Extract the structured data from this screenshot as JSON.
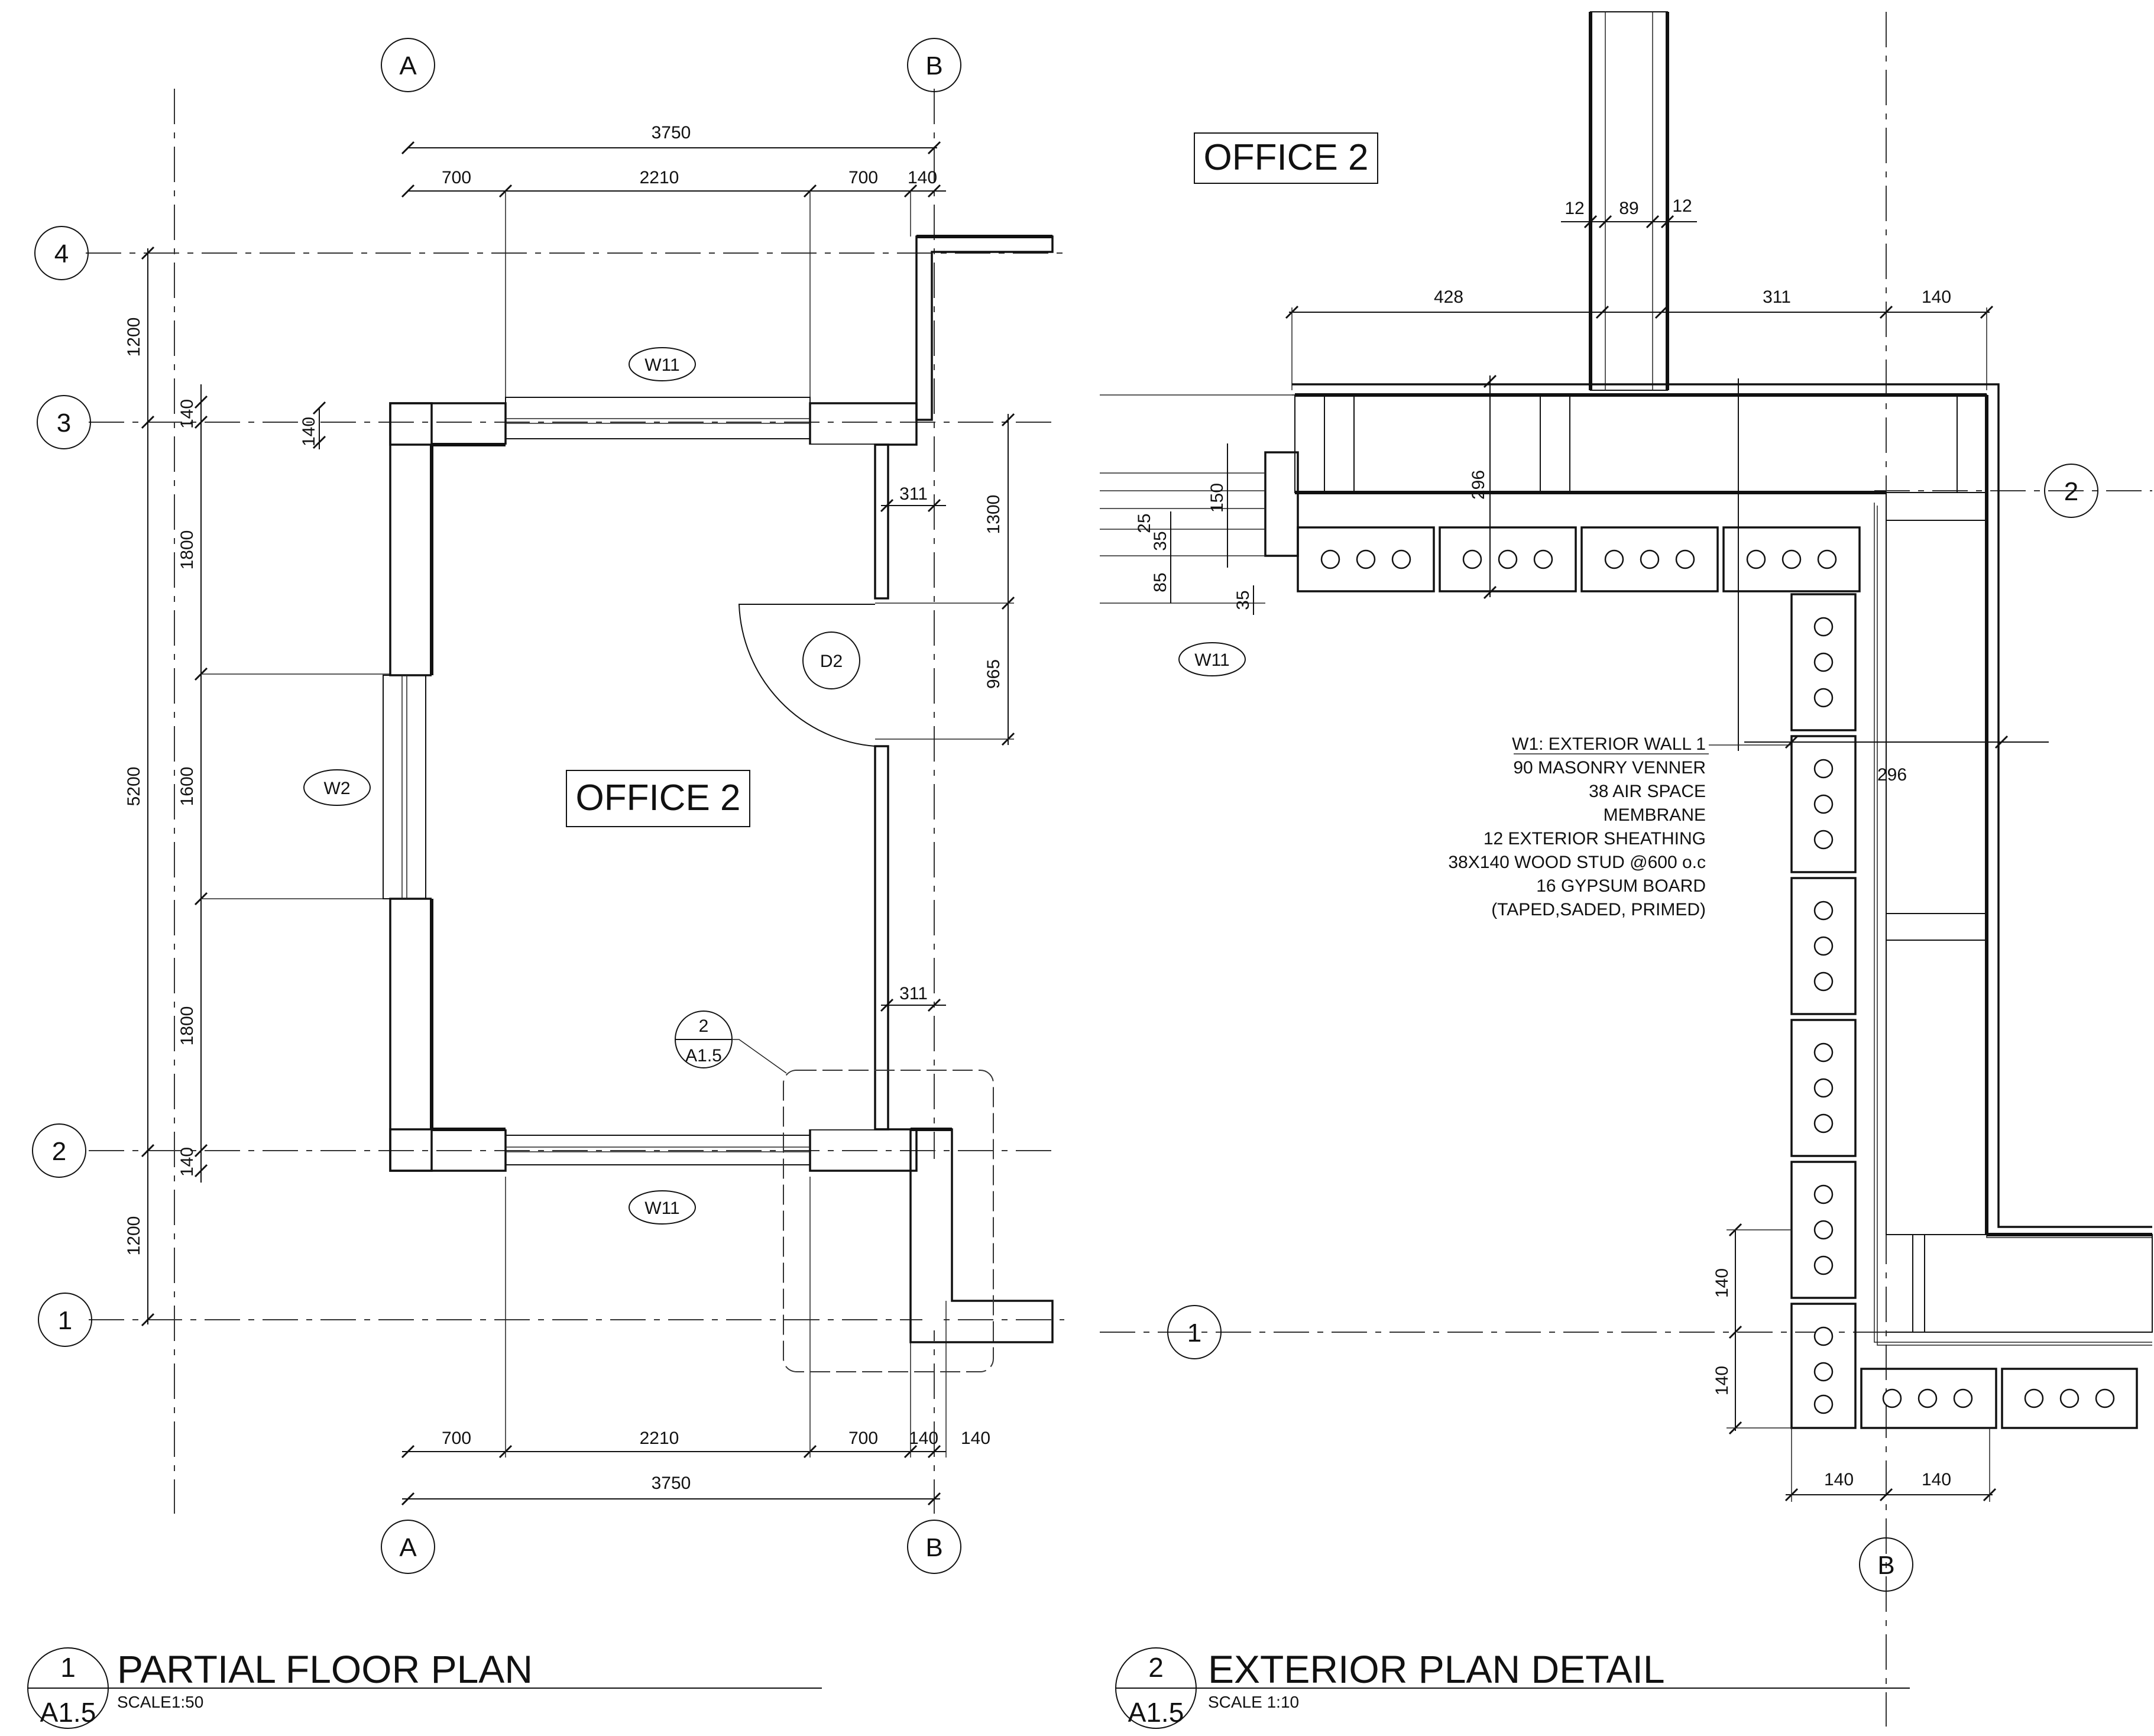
{
  "drawing1": {
    "grid": {
      "a": "A",
      "b": "B",
      "g1": "1",
      "g2": "2",
      "g3": "3",
      "g4": "4"
    },
    "dims": {
      "overall": "3750",
      "seg_700": "700",
      "seg_2210": "2210",
      "seg_140": "140",
      "seg_1200": "1200",
      "seg_5200": "5200",
      "seg_1800": "1800",
      "seg_1600": "1600",
      "seg_1300": "1300",
      "seg_965": "965",
      "seg_311": "311"
    },
    "tags": {
      "window_w11": "W11",
      "window_w2": "W2",
      "door_d2": "D2"
    },
    "room_name": "OFFICE 2",
    "callout": {
      "number": "2",
      "sheet": "A1.5"
    }
  },
  "drawing2": {
    "grid": {
      "g1": "1",
      "g2": "2",
      "b": "B"
    },
    "room_name": "OFFICE 2",
    "dims": {
      "d12": "12",
      "d89": "89",
      "d428": "428",
      "d311": "311",
      "d140": "140",
      "d150": "150",
      "d25": "25",
      "d35": "35",
      "d85": "85",
      "d296": "296"
    },
    "tags": {
      "window_w11": "W11"
    },
    "wall_note": [
      "W1: EXTERIOR WALL 1",
      "90 MASONRY VENNER",
      "38 AIR SPACE",
      "MEMBRANE",
      "12 EXTERIOR SHEATHING",
      "38X140 WOOD STUD @600 o.c",
      "16 GYPSUM BOARD",
      "(TAPED,SADED, PRIMED)"
    ]
  },
  "titles": {
    "drawing1": {
      "number": "1",
      "sheet": "A1.5",
      "title": "PARTIAL FLOOR PLAN",
      "scale": "SCALE1:50"
    },
    "drawing2": {
      "number": "2",
      "sheet": "A1.5",
      "title": "EXTERIOR PLAN DETAIL",
      "scale": "SCALE 1:10"
    }
  }
}
